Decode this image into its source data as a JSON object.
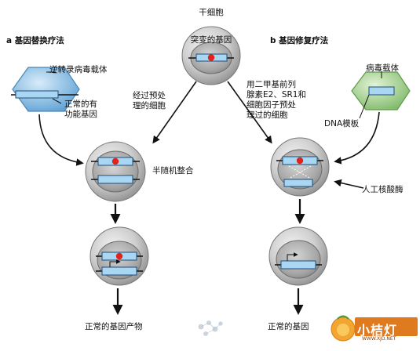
{
  "labels": {
    "stem_cell": "干细胞",
    "mutant_gene": "突变的基因",
    "panel_a": "a 基因替换疗法",
    "panel_b": "b 基因修复疗法",
    "retroviral_vector": "逆转录病毒载体",
    "normal_functional_gene": "正常的有\n功能基因",
    "pretreated_cell": "经过预处\n理的细胞",
    "dual_pretreated": "用二甲基前列\n腺素E2、SR1和\n细胞因子预处\n理过的细胞",
    "viral_vector": "病毒载体",
    "dna_template": "DNA模板",
    "semi_random_integration": "半随机整合",
    "artificial_nuclease": "人工核酸酶",
    "normal_gene_product": "正常的基因产物",
    "normal_gene": "正常的基因"
  },
  "watermark": {
    "brand": "小桔灯",
    "url": "WWW.XJD.NET"
  },
  "colors": {
    "cell_fill": "#c8c8c8",
    "nucleus_fill": "#9e9e9e",
    "gene_fill": "#a9d6f2",
    "mutation": "#e2231a",
    "virus_blue": "#6aa9d8",
    "virus_green": "#8cc37a"
  }
}
